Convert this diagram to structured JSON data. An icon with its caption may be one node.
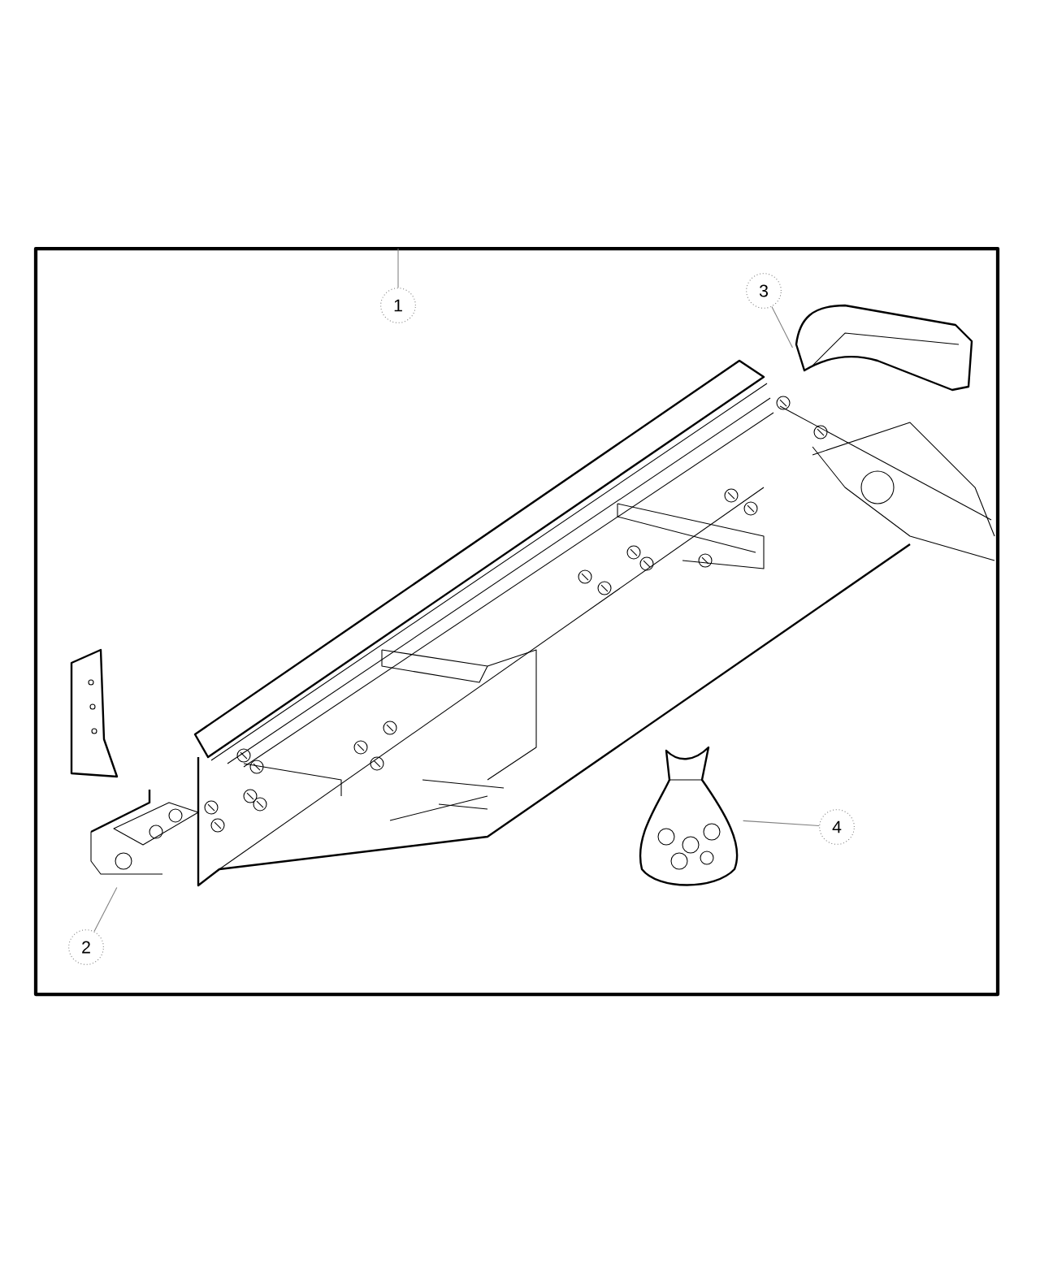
{
  "diagram": {
    "nodes": [
      {
        "text": [
          "1"
        ]
      },
      {
        "text": [
          "2"
        ]
      },
      {
        "text": [
          "3"
        ]
      },
      {
        "text": [
          "4"
        ]
      },
      {
        "text": [],
        "shape": "picture"
      },
      {
        "text": [],
        "shape": "picture"
      },
      {
        "text": [],
        "shape": "picture"
      }
    ],
    "edges": [
      {
        "from": 0,
        "to": null,
        "arrow": "none"
      },
      {
        "from": 1,
        "to": 4,
        "arrow": "none"
      },
      {
        "from": 2,
        "to": 5,
        "arrow": "none"
      },
      {
        "from": 3,
        "to": 6,
        "arrow": "none"
      }
    ]
  }
}
